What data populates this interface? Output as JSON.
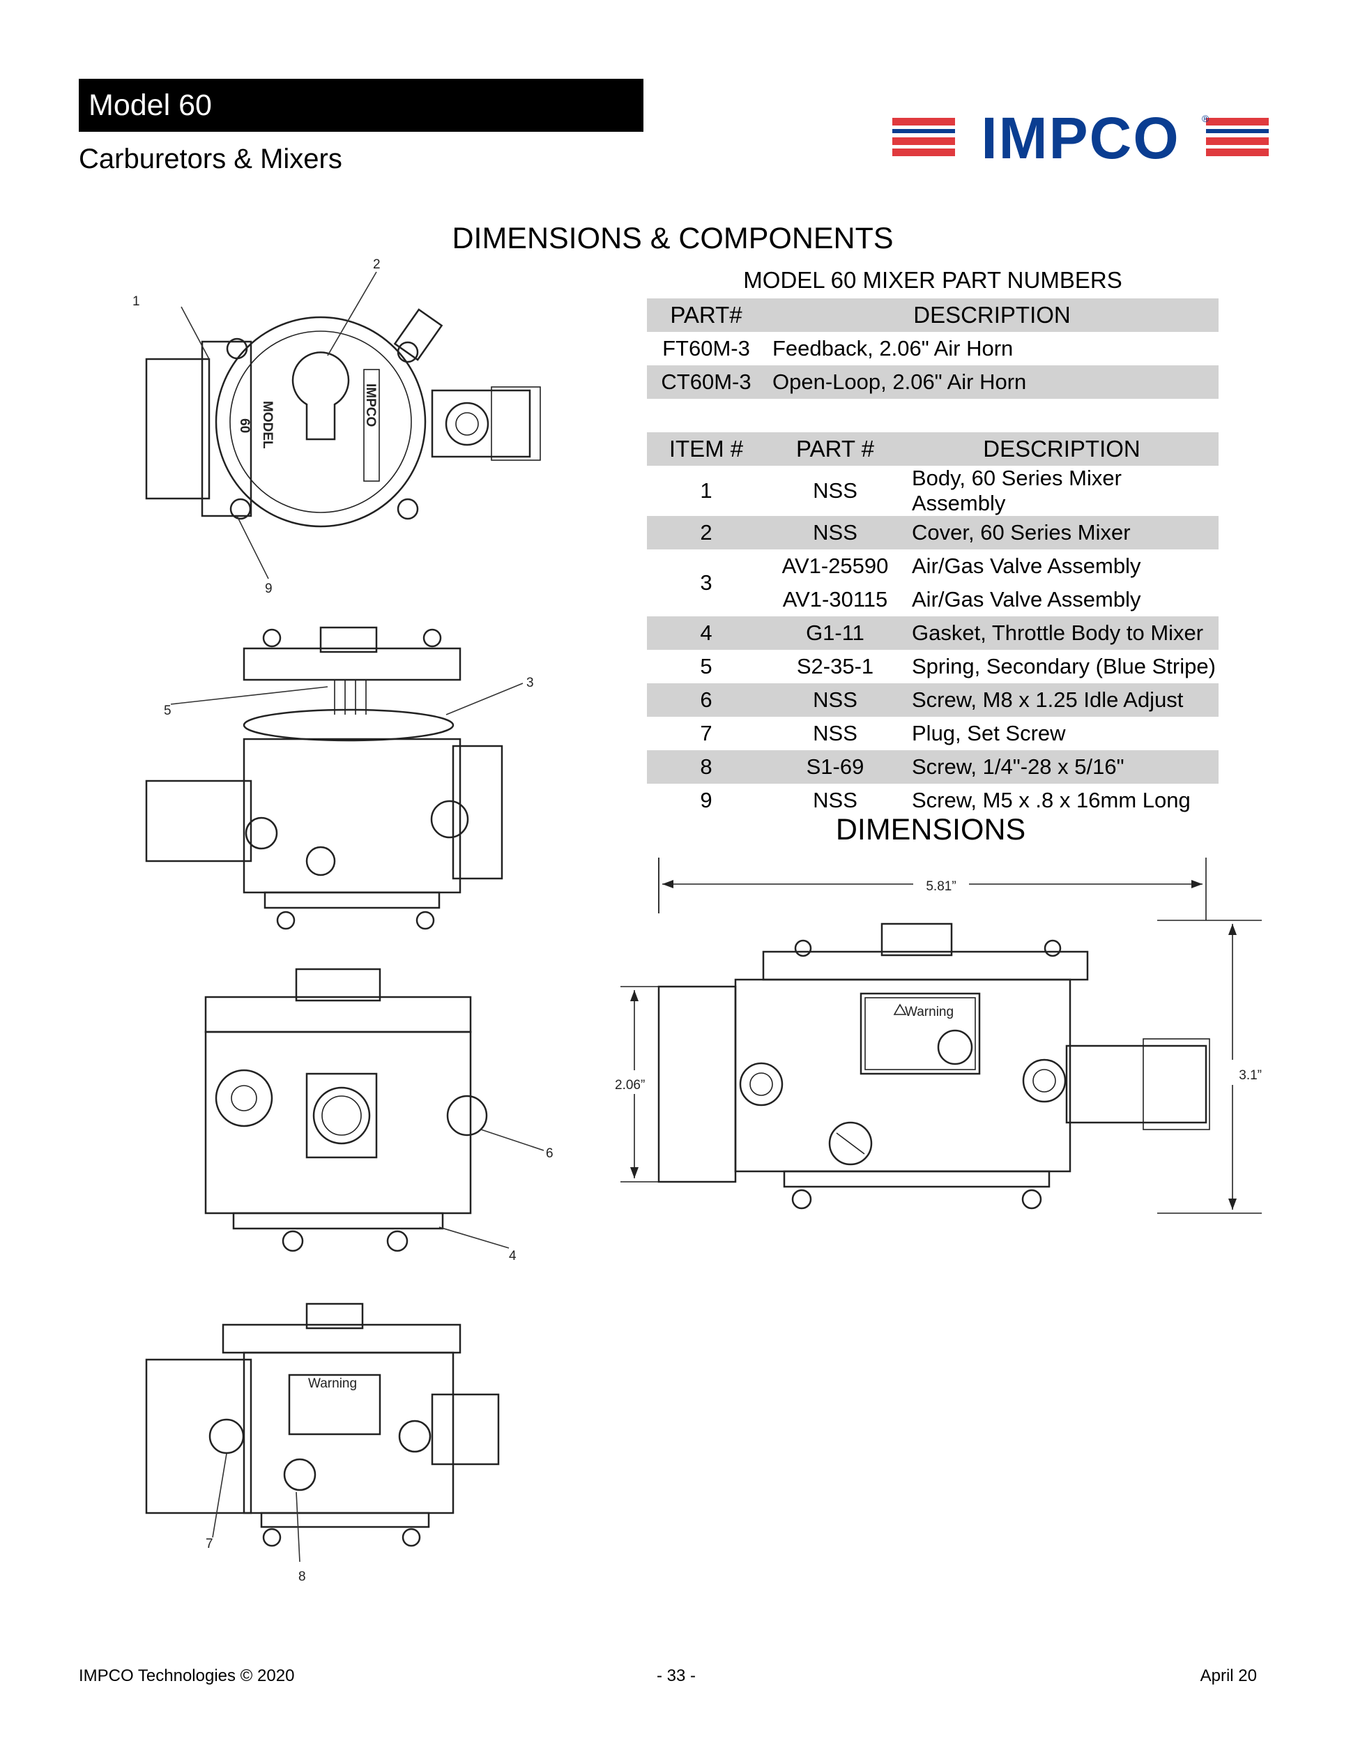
{
  "header": {
    "model": "Model 60",
    "subtitle": "Carburetors & Mixers",
    "logo_text": "IMPCO",
    "logo_registered": "®",
    "brand_red": "#e03a3e",
    "brand_blue": "#0a3d91"
  },
  "main_heading": "DIMENSIONS & COMPONENTS",
  "part_numbers": {
    "title": "MODEL 60 MIXER PART NUMBERS",
    "headers": [
      "PART#",
      "DESCRIPTION"
    ],
    "rows": [
      {
        "part": "FT60M-3",
        "description": "Feedback, 2.06\" Air Horn"
      },
      {
        "part": "CT60M-3",
        "description": "Open-Loop, 2.06\" Air Horn"
      }
    ]
  },
  "items": {
    "headers": [
      "ITEM #",
      "PART #",
      "DESCRIPTION"
    ],
    "rows": [
      {
        "item": "1",
        "part": "NSS",
        "description": "Body, 60 Series Mixer Assembly"
      },
      {
        "item": "2",
        "part": "NSS",
        "description": "Cover, 60 Series Mixer"
      },
      {
        "item": "3",
        "part": "AV1-25590",
        "description": "Air/Gas Valve Assembly"
      },
      {
        "item": "",
        "part": "AV1-30115",
        "description": "Air/Gas Valve Assembly"
      },
      {
        "item": "4",
        "part": "G1-11",
        "description": "Gasket, Throttle Body to Mixer"
      },
      {
        "item": "5",
        "part": "S2-35-1",
        "description": "Spring, Secondary (Blue Stripe)"
      },
      {
        "item": "6",
        "part": "NSS",
        "description": "Screw, M8 x 1.25 Idle Adjust"
      },
      {
        "item": "7",
        "part": "NSS",
        "description": "Plug, Set Screw"
      },
      {
        "item": "8",
        "part": "S1-69",
        "description": "Screw, 1/4\"-28 x 5/16\""
      },
      {
        "item": "9",
        "part": "NSS",
        "description": "Screw, M5 x .8 x 16mm Long"
      }
    ]
  },
  "dimensions": {
    "heading": "DIMENSIONS",
    "width": "5.81”",
    "height": "3.1”",
    "horn": "2.06”"
  },
  "drawing_labels": {
    "cover_text_1": "MODEL",
    "cover_text_2": "60",
    "cover_brand": "IMPCO",
    "warning": "Warning",
    "warning_small": "Warning",
    "callouts": [
      "1",
      "2",
      "3",
      "4",
      "5",
      "6",
      "7",
      "8",
      "9"
    ]
  },
  "footer": {
    "left": "IMPCO Technologies © 2020",
    "center": "- 33 -",
    "right": "April 20"
  }
}
